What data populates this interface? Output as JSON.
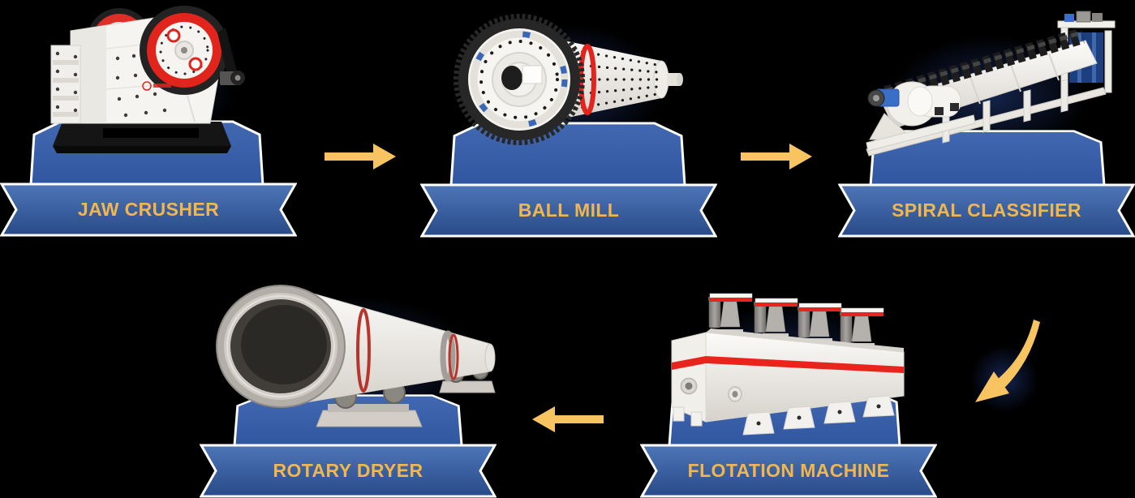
{
  "diagram": {
    "type": "process-flow",
    "background_color": "#000000",
    "stations": [
      {
        "id": "jaw-crusher",
        "label": "JAW CRUSHER",
        "position": "top-left",
        "step": 1
      },
      {
        "id": "ball-mill",
        "label": "BALL MILL",
        "position": "top-center",
        "step": 2
      },
      {
        "id": "spiral-classifier",
        "label": "SPIRAL CLASSIFIER",
        "position": "top-right",
        "step": 3
      },
      {
        "id": "flotation-machine",
        "label": "FLOTATION MACHINE",
        "position": "bottom-right",
        "step": 4
      },
      {
        "id": "rotary-dryer",
        "label": "ROTARY DRYER",
        "position": "bottom-center",
        "step": 5
      }
    ],
    "arrows": [
      {
        "id": "arrow-1",
        "from": "jaw-crusher",
        "to": "ball-mill",
        "direction": "right",
        "style": "straight"
      },
      {
        "id": "arrow-2",
        "from": "ball-mill",
        "to": "spiral-classifier",
        "direction": "right",
        "style": "straight"
      },
      {
        "id": "arrow-3",
        "from": "spiral-classifier",
        "to": "flotation-machine",
        "direction": "down-left",
        "style": "curved"
      },
      {
        "id": "arrow-4",
        "from": "flotation-machine",
        "to": "rotary-dryer",
        "direction": "left",
        "style": "straight"
      }
    ],
    "colors": {
      "banner_gradient_top": "#4d76b8",
      "banner_gradient_bottom": "#294a88",
      "banner_outline": "#ffffff",
      "pedestal_blue": "#3a61a9",
      "label_text": "#f2b64e",
      "arrow_yellow": "#f8c462"
    }
  }
}
